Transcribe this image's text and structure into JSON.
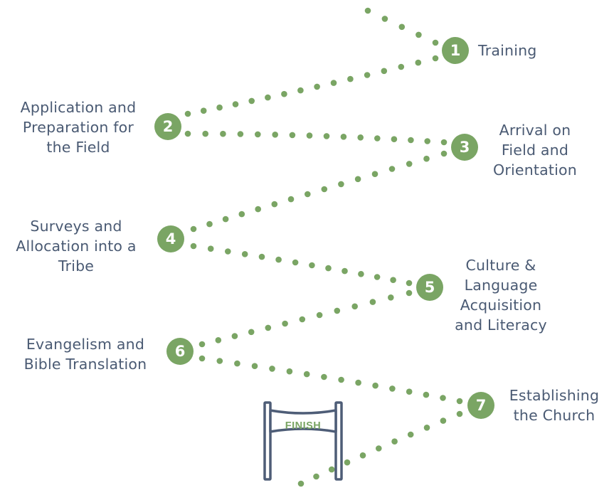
{
  "diagram": {
    "title": "Missionary Journey Steps",
    "colors": {
      "accent_green": "#7aa564",
      "text_slate": "#4a5a73",
      "finish_frame": "#4e5d77"
    },
    "steps": [
      {
        "number": "1",
        "lines": [
          "Training"
        ]
      },
      {
        "number": "2",
        "lines": [
          "Application and",
          "Preparation for",
          "the Field"
        ]
      },
      {
        "number": "3",
        "lines": [
          "Arrival on",
          "Field and",
          "Orientation"
        ]
      },
      {
        "number": "4",
        "lines": [
          "Surveys and",
          "Allocation into a",
          "Tribe"
        ]
      },
      {
        "number": "5",
        "lines": [
          "Culture &",
          "Language",
          "Acquisition",
          "and Literacy"
        ]
      },
      {
        "number": "6",
        "lines": [
          "Evangelism and",
          "Bible Translation"
        ]
      },
      {
        "number": "7",
        "lines": [
          "Establishing",
          "the Church"
        ]
      }
    ],
    "finish": {
      "label": "FINISH",
      "icon": "finish-line-banner-icon"
    },
    "connector": {
      "style": "dotted",
      "icon": "dotted-path"
    }
  }
}
